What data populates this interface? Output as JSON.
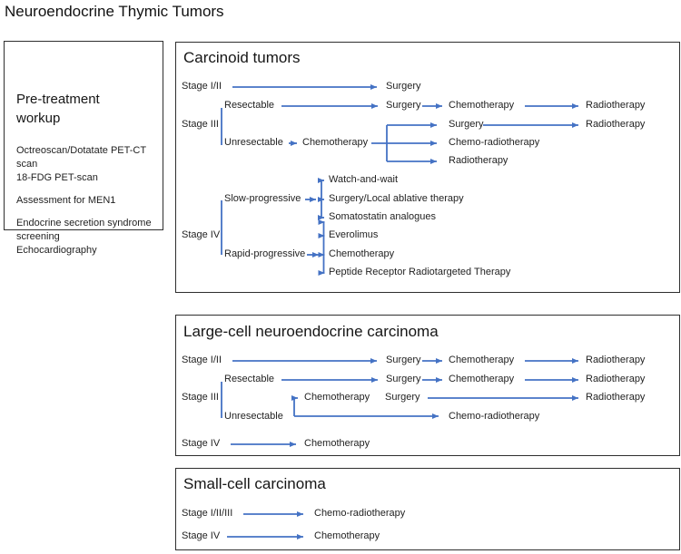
{
  "page_title": "Neuroendocrine Thymic Tumors",
  "colors": {
    "arrow": "#4472C4",
    "text": "#1f1f1f",
    "box_border": "#2e2e2e"
  },
  "pretreatment": {
    "title": "Pre-treatment workup",
    "lines": [
      "Octreoscan/Dotatate PET-CT scan",
      "18-FDG PET-scan",
      "",
      "Assessment for MEN1",
      "",
      "Endocrine secretion syndrome screening",
      "Echocardiography"
    ]
  },
  "carcinoid": {
    "title": "Carcinoid tumors",
    "nodes": {
      "stage12": "Stage I/II",
      "surgery1": "Surgery",
      "resectable": "Resectable",
      "surgery2": "Surgery",
      "chemo2": "Chemotherapy",
      "radio2": "Radiotherapy",
      "stage3": "Stage III",
      "surgery3": "Surgery",
      "radio3": "Radiotherapy",
      "unresectable": "Unresectable",
      "chemo4": "Chemotherapy",
      "chemoradio4": "Chemo-radiotherapy",
      "radio5": "Radiotherapy",
      "watchwait": "Watch-and-wait",
      "slowprog": "Slow-progressive",
      "surgerylocal": "Surgery/Local ablative therapy",
      "somatostatin": "Somatostatin analogues",
      "stage4": "Stage IV",
      "everolimus": "Everolimus",
      "rapidprog": "Rapid-progressive",
      "chemo10": "Chemotherapy",
      "peptide": "Peptide Receptor Radiotargeted Therapy"
    }
  },
  "large_cell": {
    "title": "Large-cell neuroendocrine carcinoma",
    "nodes": {
      "stage12": "Stage I/II",
      "surgery1": "Surgery",
      "chemo1": "Chemotherapy",
      "radio1": "Radiotherapy",
      "resectable": "Resectable",
      "surgery2": "Surgery",
      "chemo2": "Chemotherapy",
      "radio2": "Radiotherapy",
      "stage3": "Stage III",
      "chemo3": "Chemotherapy",
      "surgery3": "Surgery",
      "radio3": "Radiotherapy",
      "unresectable": "Unresectable",
      "chemoradio4": "Chemo-radiotherapy",
      "stage4": "Stage IV",
      "chemo5": "Chemotherapy"
    }
  },
  "small_cell": {
    "title": "Small-cell carcinoma",
    "nodes": {
      "stage123": "Stage I/II/III",
      "chemoradio1": "Chemo-radiotherapy",
      "stage4": "Stage IV",
      "chemo2": "Chemotherapy"
    }
  }
}
